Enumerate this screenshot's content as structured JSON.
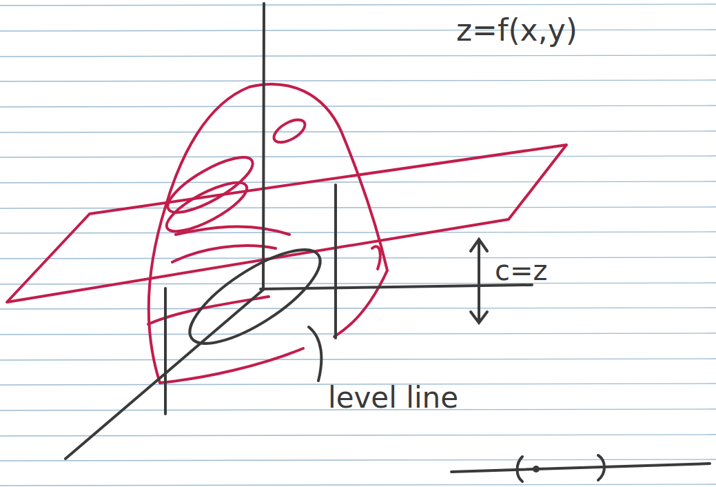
{
  "diagram": {
    "labels": [
      "z=f(x,y)",
      "c=z",
      "level line"
    ]
  }
}
